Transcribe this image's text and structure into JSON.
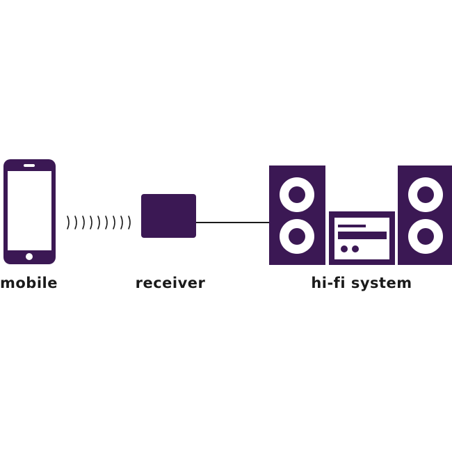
{
  "colors": {
    "device": "#3b1854",
    "line": "#1a1a1a",
    "text": "#1a1a1a",
    "background": "#ffffff"
  },
  "labels": {
    "mobile": "mobile",
    "receiver": "receiver",
    "hifi": "hi-fi system"
  },
  "icons": {
    "mobile": "smartphone-icon",
    "signal": "wireless-signal-icon",
    "receiver": "receiver-box-icon",
    "hifi": "hifi-stereo-icon"
  }
}
